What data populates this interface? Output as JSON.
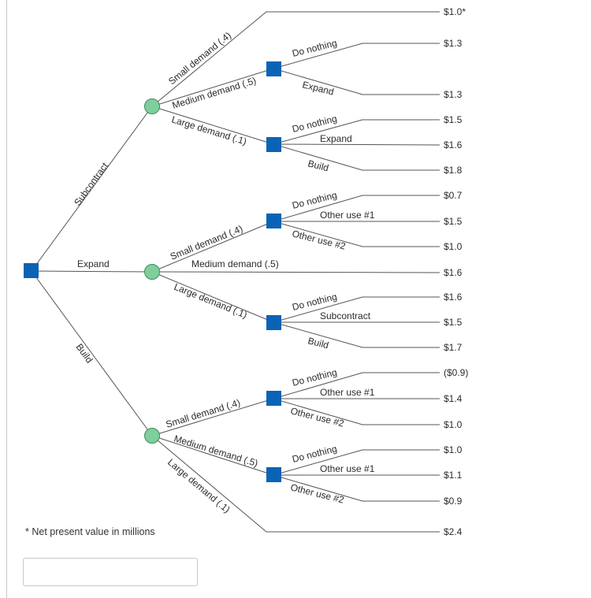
{
  "decisions": [
    "Subcontract",
    "Expand",
    "Build"
  ],
  "branches": {
    "sub_small": "Small demand (.4)",
    "sub_medium": "Medium demand (.5)",
    "sub_large": "Large demand (.1)",
    "exp_small": "Small demand (.4)",
    "exp_medium": "Medium demand (.5)",
    "exp_large": "Large demand (.1)",
    "bld_small": "Small demand (.4)",
    "bld_medium": "Medium demand (.5)",
    "bld_large": "Large demand (.1)"
  },
  "sub_med_options": [
    "Do nothing",
    "Expand"
  ],
  "sub_large_options": [
    "Do nothing",
    "Expand",
    "Build"
  ],
  "exp_small_options": [
    "Do nothing",
    "Other use #1",
    "Other use #2"
  ],
  "exp_large_options": [
    "Do nothing",
    "Subcontract",
    "Build"
  ],
  "bld_small_options": [
    "Do nothing",
    "Other use #1",
    "Other use #2"
  ],
  "bld_medium_options": [
    "Do nothing",
    "Other use #1",
    "Other use #2"
  ],
  "payoffs": [
    "$1.0*",
    "$1.3",
    "$1.3",
    "$1.5",
    "$1.6",
    "$1.8",
    "$0.7",
    "$1.5",
    "$1.0",
    "$1.6",
    "$1.6",
    "$1.5",
    "$1.7",
    "($0.9)",
    "$1.4",
    "$1.0",
    "$1.0",
    "$1.1",
    "$0.9",
    "$2.4"
  ],
  "footnote": "* Net present value in millions",
  "answer_value": "",
  "colors": {
    "decision_node": "#0a63b5",
    "chance_node": "#7ecf9b",
    "line": "#555555"
  }
}
